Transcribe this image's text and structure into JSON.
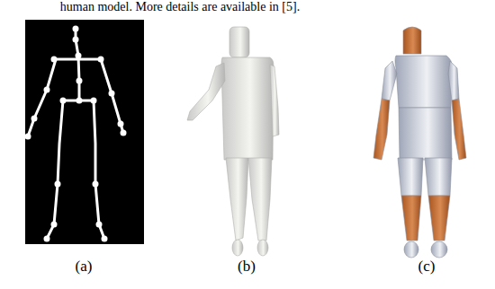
{
  "diagram": {
    "labels": [
      "human model. More details are available in [5].",
      "(a)",
      "(b)",
      "(c)"
    ]
  }
}
